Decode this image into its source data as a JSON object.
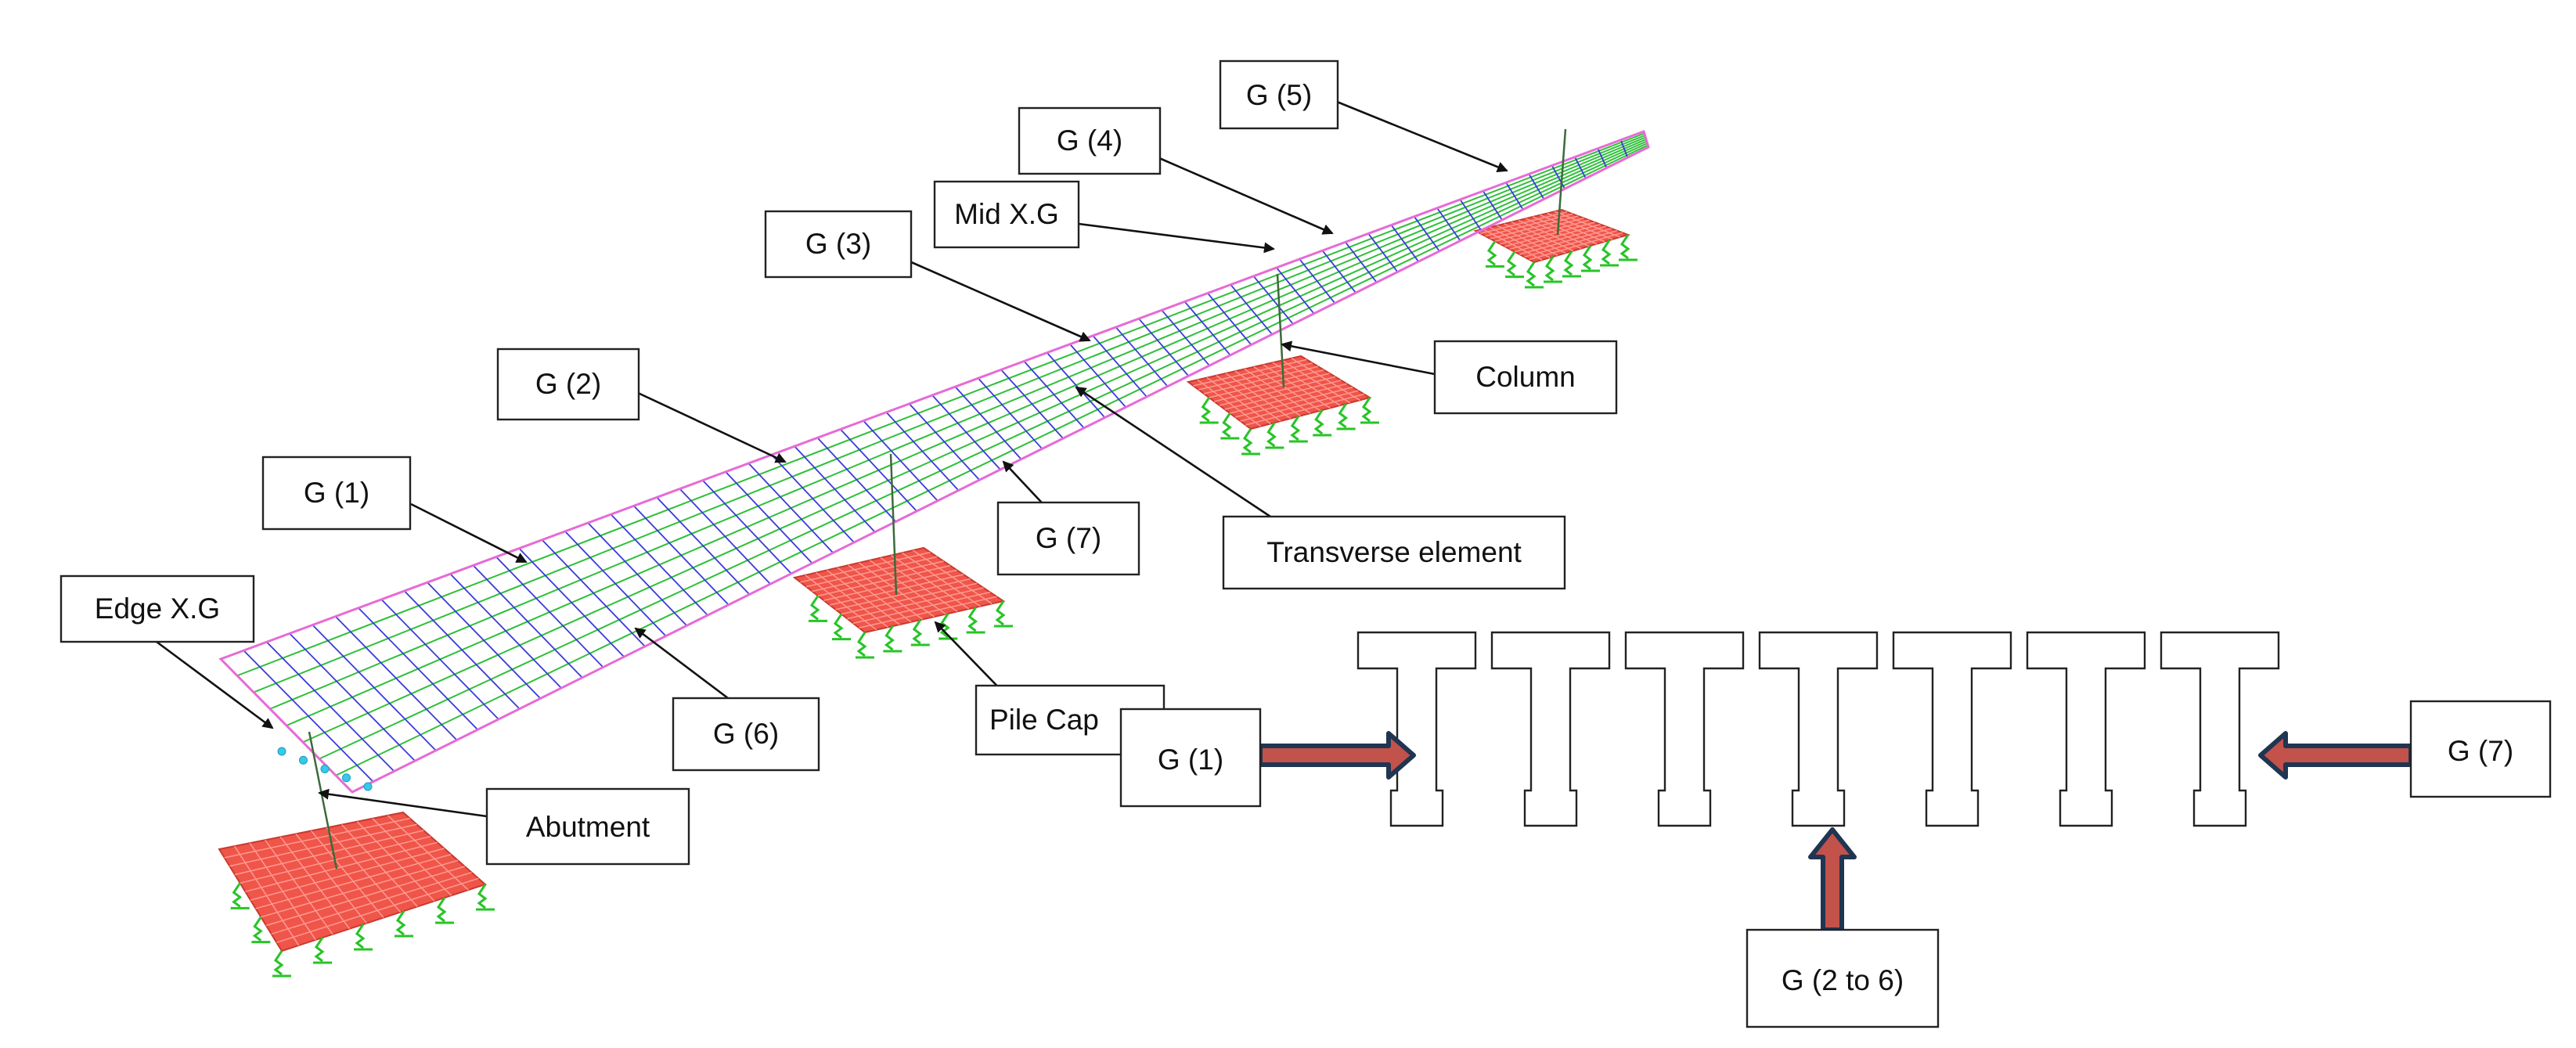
{
  "labels": {
    "g1": "G (1)",
    "g2": "G (2)",
    "g3": "G (3)",
    "g4": "G (4)",
    "g5": "G (5)",
    "g6": "G (6)",
    "g7": "G (7)",
    "mid_xg": "Mid X.G",
    "edge_xg": "Edge X.G",
    "column": "Column",
    "transverse_element": "Transverse element",
    "pile_cap": "Pile Cap",
    "abutment": "Abutment"
  },
  "section": {
    "girder_count": 7,
    "left_label": "G (1)",
    "right_label": "G (7)",
    "bottom_label": "G (2 to 6)"
  },
  "colors": {
    "deck_edge": "#e66bd6",
    "longitudinal": "#2fbf3a",
    "transverse": "#3b3bd9",
    "pile_cap": "#f0554a",
    "pile_cap_grid": "#ff9a92",
    "support_spring": "#27c427",
    "arrow_fill": "#c2524a",
    "arrow_stroke": "#1f3552"
  }
}
